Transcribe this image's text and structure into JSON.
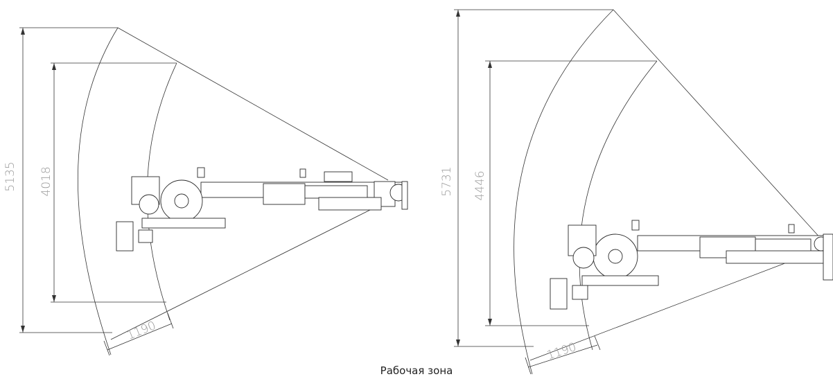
{
  "caption": "Рабочая зона",
  "left_diagram": {
    "outer_height": "5135",
    "inner_height": "4018",
    "arc_width": "1190"
  },
  "right_diagram": {
    "outer_height": "5731",
    "inner_height": "4446",
    "arc_width": "1190"
  }
}
